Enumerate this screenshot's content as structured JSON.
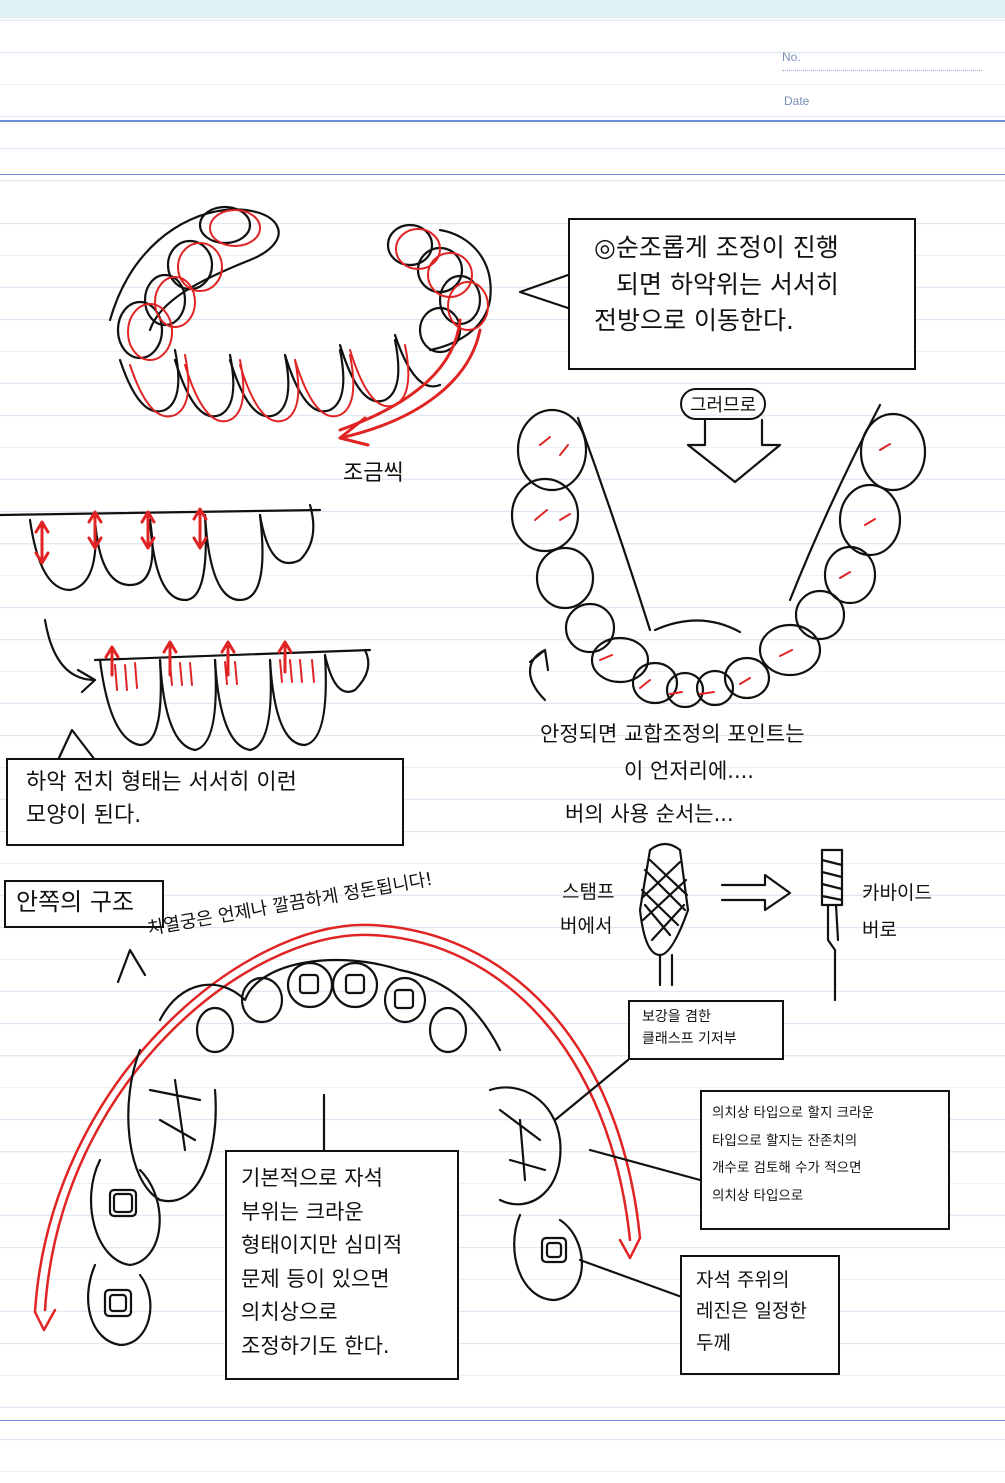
{
  "header": {
    "no_label": "No.",
    "date_label": "Date"
  },
  "callouts": {
    "top_line1": "◎순조롭게 조정이 진행",
    "top_line2": "되면 하악위는 서서히",
    "top_line3": "전방으로 이동한다.",
    "therefore": "그러므로",
    "little": "조금씩",
    "stable_line1": "안정되면 교합조정의 포인트는",
    "stable_line2": "이 언저리에....",
    "bur_order": "버의 사용 순서는...",
    "stamp_bur_1": "스탬프",
    "stamp_bur_2": "버에서",
    "carbide_bur_1": "카바이드",
    "carbide_bur_2": "버로",
    "anterior_line1": "하악 전치 형태는 서서히 이런",
    "anterior_line2": "모양이 된다.",
    "inner_title": "안쪽의 구조",
    "palate_arc": "치열궁은 언제나 깔끔하게 정돈됩니다!",
    "clasp_line1": "보강을 겸한",
    "clasp_line2": "클래스프 기저부",
    "denture_line1": "의치상 타입으로 할지 크라운",
    "denture_line2": "타입으로 할지는 잔존치의",
    "denture_line3": "개수로 검토해 수가 적으면",
    "denture_line4": "의치상 타입으로",
    "center_line1": "기본적으로 자석",
    "center_line2": "부위는 크라운",
    "center_line3": "형태이지만 심미적",
    "center_line4": "문제 등이 있으면",
    "center_line5": "의치상으로",
    "center_line6": "조정하기도 한다.",
    "resin_line1": "자석 주위의",
    "resin_line2": "레진은 일정한",
    "resin_line3": "두께"
  },
  "colors": {
    "ink": "#111111",
    "red": "#e02424",
    "rule": "#6b8fd6",
    "strip": "#dff1f2"
  }
}
